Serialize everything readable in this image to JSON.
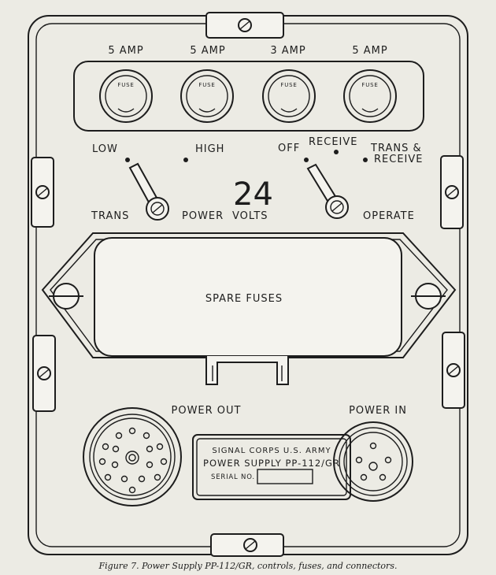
{
  "fuses": [
    {
      "rating": "5 AMP",
      "cap": "FUSE"
    },
    {
      "rating": "5 AMP",
      "cap": "FUSE"
    },
    {
      "rating": "3 AMP",
      "cap": "FUSE"
    },
    {
      "rating": "5 AMP",
      "cap": "FUSE"
    }
  ],
  "power_switch": {
    "low": "LOW",
    "high": "HIGH",
    "trans": "TRANS",
    "power": "POWER",
    "voltage": "24",
    "volts": "VOLTS"
  },
  "operate_switch": {
    "off": "OFF",
    "receive": "RECEIVE",
    "trans_receive_1": "TRANS &",
    "trans_receive_2": "RECEIVE",
    "operate": "OPERATE"
  },
  "spare_fuses": "SPARE FUSES",
  "connectors": {
    "power_out": "POWER OUT",
    "power_in": "POWER IN"
  },
  "nameplate": {
    "line1": "SIGNAL CORPS  U.S. ARMY",
    "line2": "POWER SUPPLY PP-112/GR",
    "serial": "SERIAL NO."
  },
  "caption": "Figure 7.   Power Supply PP-112/GR, controls, fuses, and connectors."
}
